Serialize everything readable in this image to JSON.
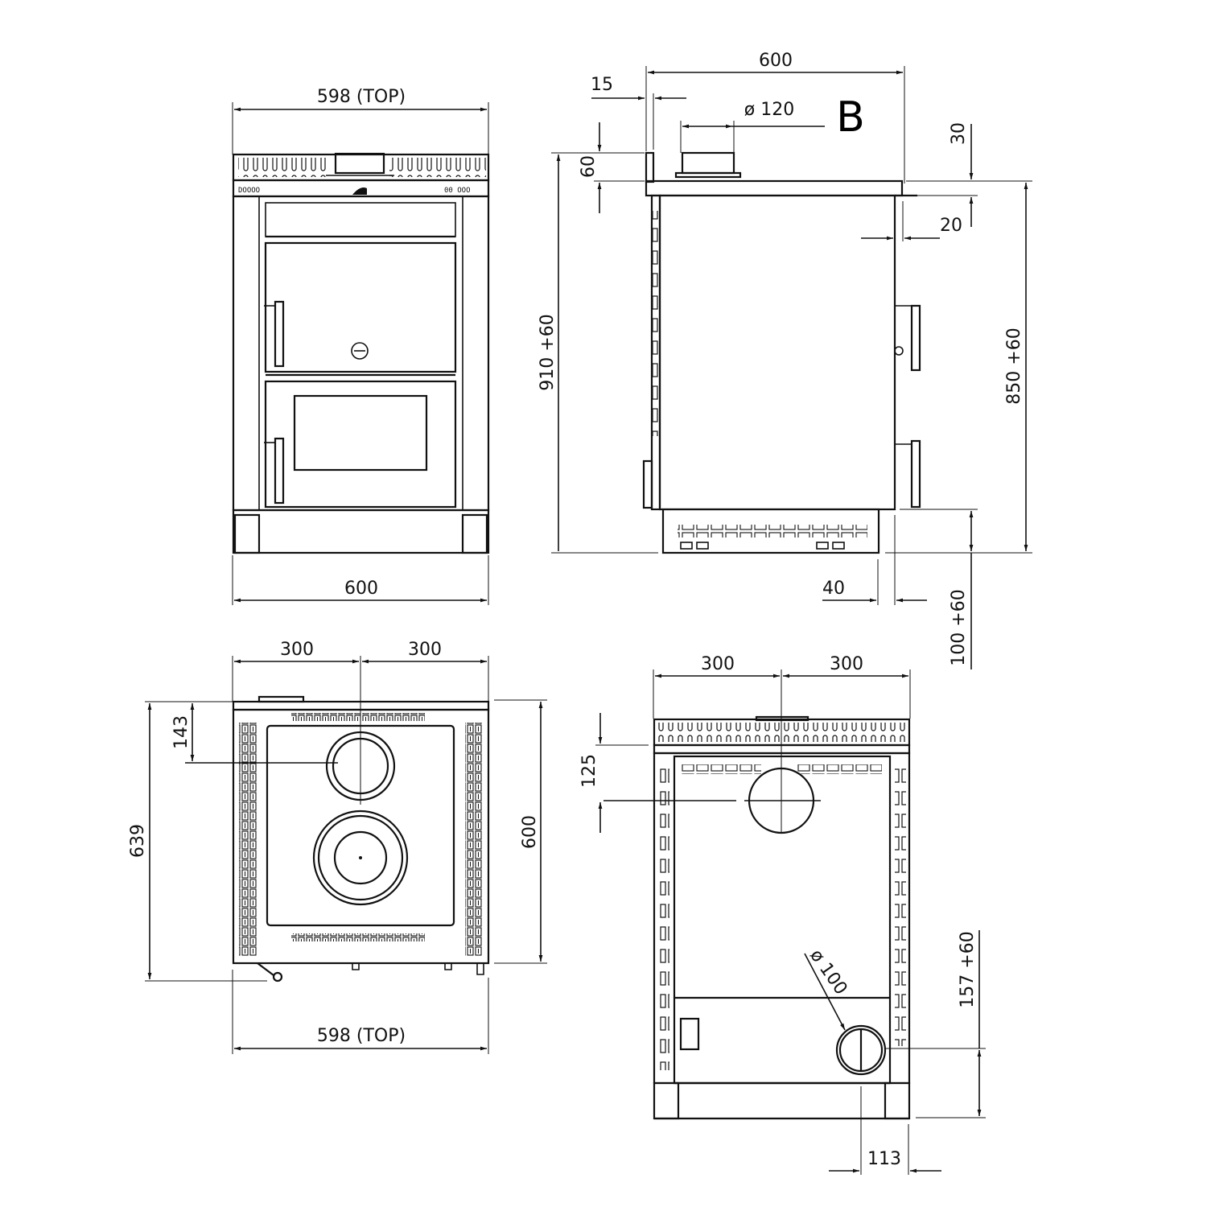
{
  "drawing": {
    "label": "B",
    "views": {
      "front": {
        "top_width": "598  (TOP)",
        "bottom_width": "600"
      },
      "side": {
        "total_width": "600",
        "back_offset": "15",
        "flue_diameter": "ø 120",
        "flue_height": "60",
        "top_overhang_height": "30",
        "top_overhang_depth": "20",
        "total_height": "910  +60",
        "body_height": "850  +60",
        "plinth_depth": "40",
        "plinth_height": "100  +60"
      },
      "top": {
        "left_half": "300",
        "right_half": "300",
        "flue_offset": "143",
        "depth_total": "639",
        "depth_body": "600",
        "top_width": "598  (TOP)"
      },
      "back": {
        "left_half": "300",
        "right_half": "300",
        "flue_offset": "125",
        "air_inlet_diameter": "ø 100",
        "air_inlet_height": "157  +60",
        "air_inlet_side_offset": "113"
      }
    }
  }
}
